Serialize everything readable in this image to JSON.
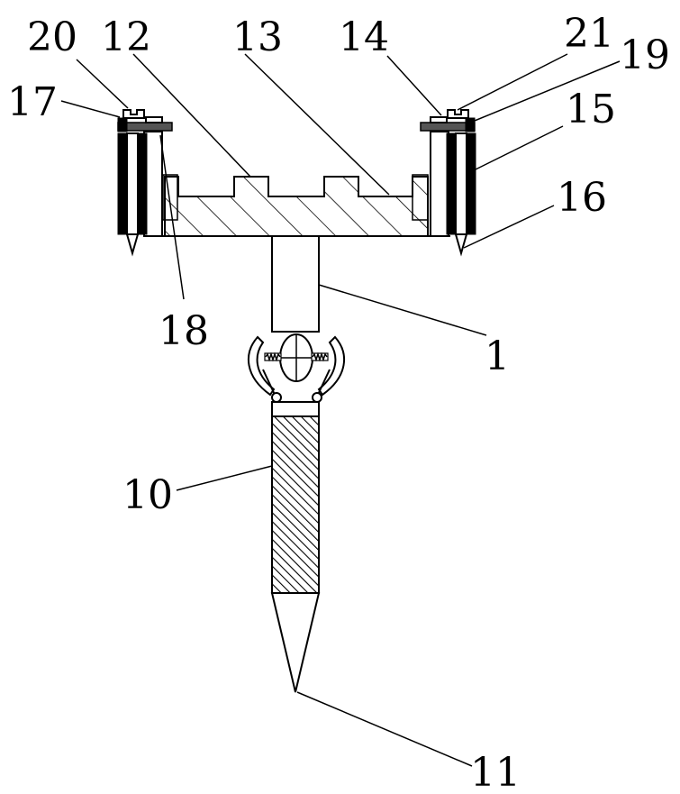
{
  "figure": {
    "labels": {
      "l1": "1",
      "l10": "10",
      "l11": "11",
      "l12": "12",
      "l13": "13",
      "l14": "14",
      "l15": "15",
      "l16": "16",
      "l17": "17",
      "l18": "18",
      "l19": "19",
      "l20": "20",
      "l21": "21"
    }
  }
}
